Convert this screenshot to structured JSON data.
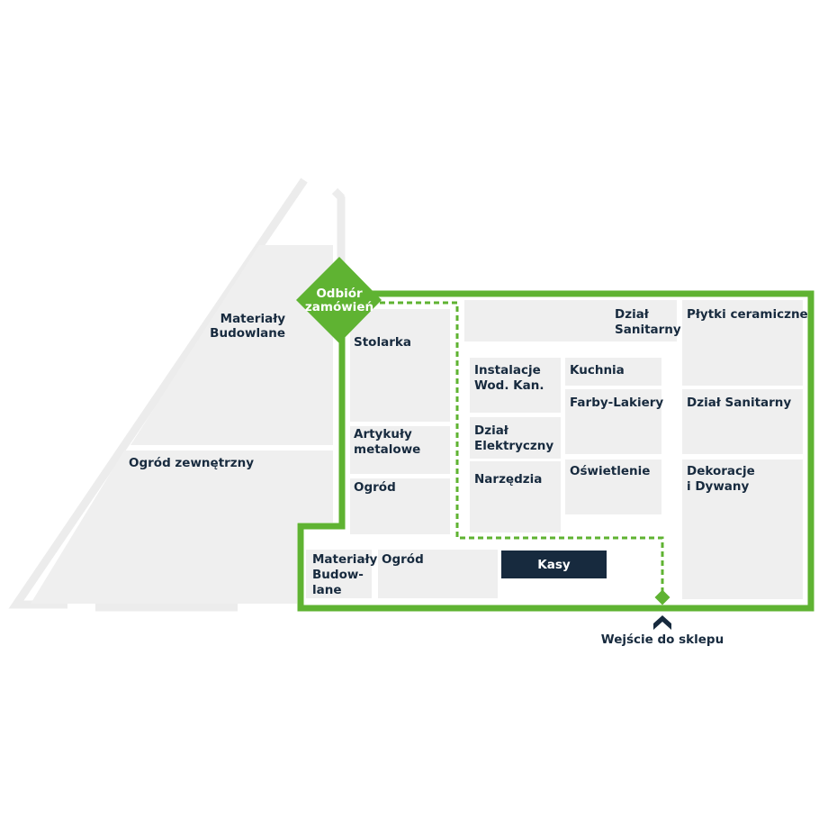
{
  "map": {
    "colors": {
      "accent_green": "#5fb332",
      "zone_gray": "#efefef",
      "outline_gray": "#ececec",
      "navy": "#172a3e",
      "background": "#ffffff"
    },
    "pickup": {
      "line1": "Odbiór",
      "line2": "zamówień"
    },
    "outdoor": {
      "materialy": {
        "line1": "Materiały",
        "line2": "Budowlane"
      },
      "ogrod_zewnetrzny": "Ogród zewnętrzny"
    },
    "departments": {
      "stolarka": "Stolarka",
      "artykuly": {
        "line1": "Artykuły",
        "line2": "metalowe"
      },
      "ogrod_left": "Ogród",
      "materialy_bottom": {
        "line1": "Materiały",
        "line2": "Budow-",
        "line3": "lane"
      },
      "ogrod_bottom": "Ogród",
      "instalacje": {
        "line1": "Instalacje",
        "line2": "Wod. Kan."
      },
      "dzial_elektryczny": {
        "line1": "Dział",
        "line2": "Elektryczny"
      },
      "narzedzia": "Narzędzia",
      "kuchnia": "Kuchnia",
      "farby": "Farby-Lakiery",
      "oswietlenie": "Oświetlenie",
      "dzial_sanitarny_top": {
        "line1": "Dział",
        "line2": "Sanitarny"
      },
      "plytki": "Płytki ceramiczne",
      "dzial_sanitarny": "Dział Sanitarny",
      "dekoracje": {
        "line1": "Dekoracje",
        "line2": "i Dywany"
      }
    },
    "checkout": "Kasy",
    "entrance": {
      "label": "Wejście do sklepu",
      "icon": "chevron-up-icon"
    }
  }
}
